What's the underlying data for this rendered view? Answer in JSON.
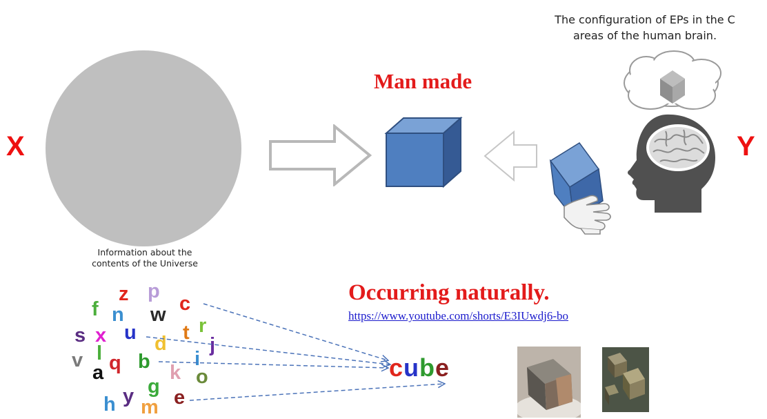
{
  "labels": {
    "x": "X",
    "y": "Y",
    "universe_caption": "Information about the\ncontents of the Universe",
    "brain_caption": "The configuration of EPs in the C\nareas of the human brain.",
    "man_made": "Man made",
    "occurring": "Occurring naturally.",
    "link": "https://www.youtube.com/shorts/E3IUwdj6-bo"
  },
  "letters": [
    {
      "ch": "z",
      "color": "#e0261c"
    },
    {
      "ch": "p",
      "color": "#b89cd8"
    },
    {
      "ch": "c",
      "color": "#e0261c"
    },
    {
      "ch": "f",
      "color": "#4caf3c"
    },
    {
      "ch": "n",
      "color": "#3b8fd0"
    },
    {
      "ch": "w",
      "color": "#2a2a2a"
    },
    {
      "ch": "s",
      "color": "#5a2d82"
    },
    {
      "ch": "x",
      "color": "#e020d0"
    },
    {
      "ch": "u",
      "color": "#2633c8"
    },
    {
      "ch": "t",
      "color": "#e07a16"
    },
    {
      "ch": "r",
      "color": "#7ac238"
    },
    {
      "ch": "d",
      "color": "#f0c030"
    },
    {
      "ch": "j",
      "color": "#6a2ea0"
    },
    {
      "ch": "v",
      "color": "#7a7a7a"
    },
    {
      "ch": "l",
      "color": "#4caf3c"
    },
    {
      "ch": "i",
      "color": "#3b8fd0"
    },
    {
      "ch": "q",
      "color": "#d0262c"
    },
    {
      "ch": "b",
      "color": "#2e9a2e"
    },
    {
      "ch": "a",
      "color": "#111111"
    },
    {
      "ch": "k",
      "color": "#e0a0b0"
    },
    {
      "ch": "o",
      "color": "#6a8a3a"
    },
    {
      "ch": "g",
      "color": "#3aaa3a"
    },
    {
      "ch": "y",
      "color": "#5a2d82"
    },
    {
      "ch": "h",
      "color": "#3b8fd0"
    },
    {
      "ch": "e",
      "color": "#8a2020"
    },
    {
      "ch": "m",
      "color": "#f0a040"
    }
  ],
  "word": [
    {
      "ch": "c",
      "color": "#e0261c"
    },
    {
      "ch": "u",
      "color": "#2633c8"
    },
    {
      "ch": "b",
      "color": "#2e9a2e"
    },
    {
      "ch": "e",
      "color": "#8a2020"
    }
  ],
  "colors": {
    "accent_red": "#e31b1b",
    "cube_front": "#4f7fc0",
    "cube_top": "#7aa2d6",
    "cube_side": "#355a94",
    "universe_circle": "#bfbfbf"
  }
}
